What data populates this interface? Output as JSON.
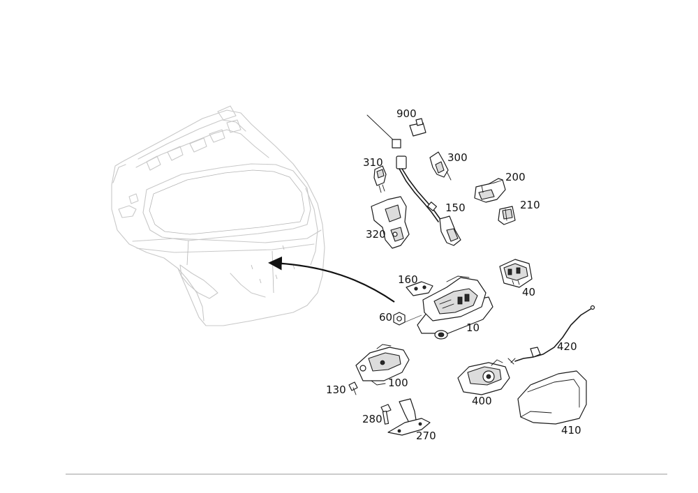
{
  "diagram": {
    "callouts": [
      {
        "id": "900",
        "label": "900"
      },
      {
        "id": "310",
        "label": "310"
      },
      {
        "id": "300",
        "label": "300"
      },
      {
        "id": "200",
        "label": "200"
      },
      {
        "id": "210",
        "label": "210"
      },
      {
        "id": "150",
        "label": "150"
      },
      {
        "id": "320",
        "label": "320"
      },
      {
        "id": "160",
        "label": "160"
      },
      {
        "id": "40",
        "label": "40"
      },
      {
        "id": "60",
        "label": "60"
      },
      {
        "id": "10",
        "label": "10"
      },
      {
        "id": "420",
        "label": "420"
      },
      {
        "id": "100",
        "label": "100"
      },
      {
        "id": "130",
        "label": "130"
      },
      {
        "id": "400",
        "label": "400"
      },
      {
        "id": "280",
        "label": "280"
      },
      {
        "id": "270",
        "label": "270"
      },
      {
        "id": "410",
        "label": "410"
      }
    ]
  },
  "colors": {
    "line": "#1a1a1a",
    "ghost_line": "#c8c8c8",
    "background": "#ffffff"
  }
}
